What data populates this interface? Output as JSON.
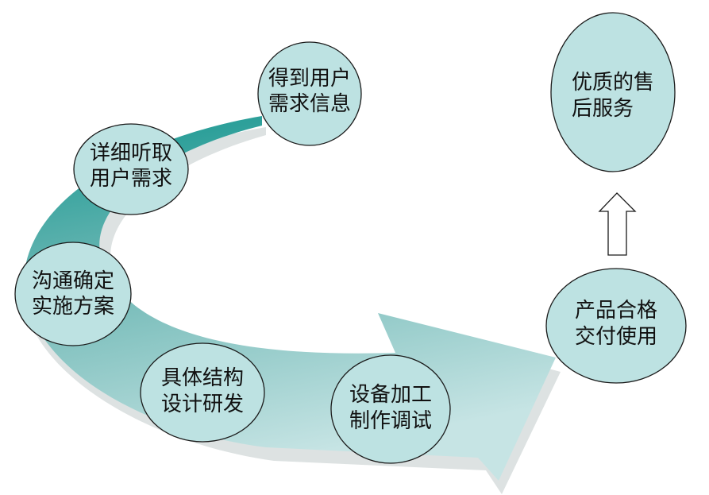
{
  "steps": [
    {
      "line1": "得到用户",
      "line2": "需求信息"
    },
    {
      "line1": "详细听取",
      "line2": "用户需求"
    },
    {
      "line1": "沟通确定",
      "line2": "实施方案"
    },
    {
      "line1": "具体结构",
      "line2": "设计研发"
    },
    {
      "line1": "设备加工",
      "line2": "制作调试"
    },
    {
      "line1": "产品合格",
      "line2": "交付使用"
    },
    {
      "line1": "优质的售",
      "line2": "后服务"
    }
  ],
  "colors": {
    "arrow_dark": "#13968f",
    "arrow_light": "#c2e2e2",
    "node_fill": "#bde2e2",
    "shadow": "#dfe3e3"
  }
}
